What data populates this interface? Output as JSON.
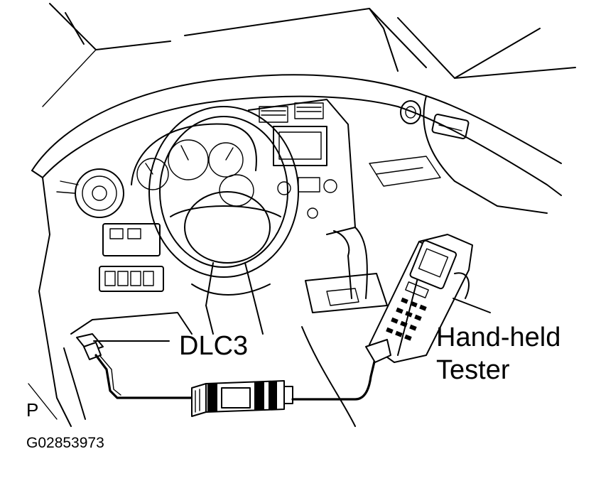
{
  "labels": {
    "connector": "DLC3",
    "tester_line1": "Hand-held",
    "tester_line2": "Tester",
    "view_letter": "P",
    "figure_code": "G02853973"
  }
}
